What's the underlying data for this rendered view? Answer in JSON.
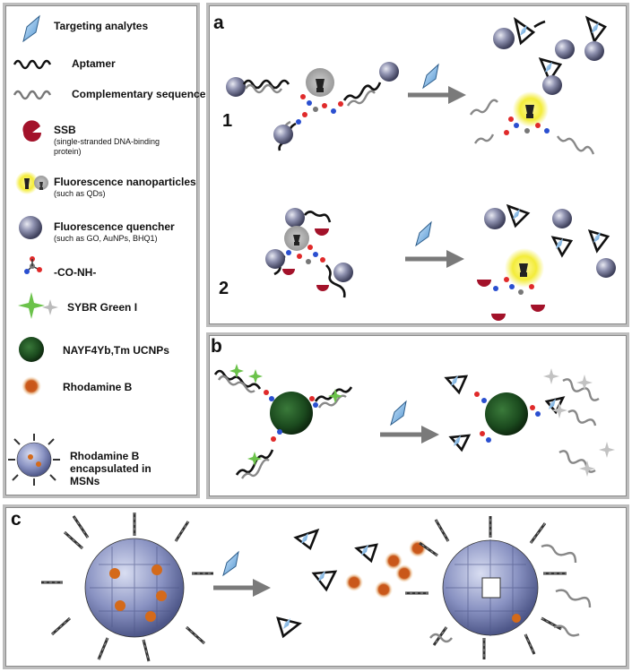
{
  "legend": {
    "targeting_analytes": "Targeting analytes",
    "aptamer": "Aptamer",
    "complementary": "Complementary sequence",
    "ssb": "SSB",
    "ssb_sub": "(single-stranded DNA-binding protein)",
    "fluor_np": "Fluorescence nanoparticles",
    "fluor_np_sub": "(such as QDs)",
    "quencher": "Fluorescence quencher",
    "quencher_sub": "(such as GO, AuNPs, BHQ1)",
    "amide": "-CO-NH-",
    "sybr": "SYBR Green I",
    "ucnp": "NAYF4Yb,Tm UCNPs",
    "rhodamine": "Rhodamine B",
    "rhodamine_msn": "Rhodamine B encapsulated in MSNs"
  },
  "panels": {
    "a": {
      "letter": "a",
      "step1": "1",
      "step2": "2"
    },
    "b": {
      "letter": "b"
    },
    "c": {
      "letter": "c"
    }
  },
  "colors": {
    "border": "#bdbdbd",
    "arrow": "#7a7a7a",
    "quencher": "#6c6f8f",
    "ssb": "#a3122a",
    "ucnp": "#1f4a22",
    "rhodamine": "#d46a1a",
    "glow": "#f3ec3a",
    "analyte": "#7fb7e6",
    "msn": "#7d88b8"
  }
}
